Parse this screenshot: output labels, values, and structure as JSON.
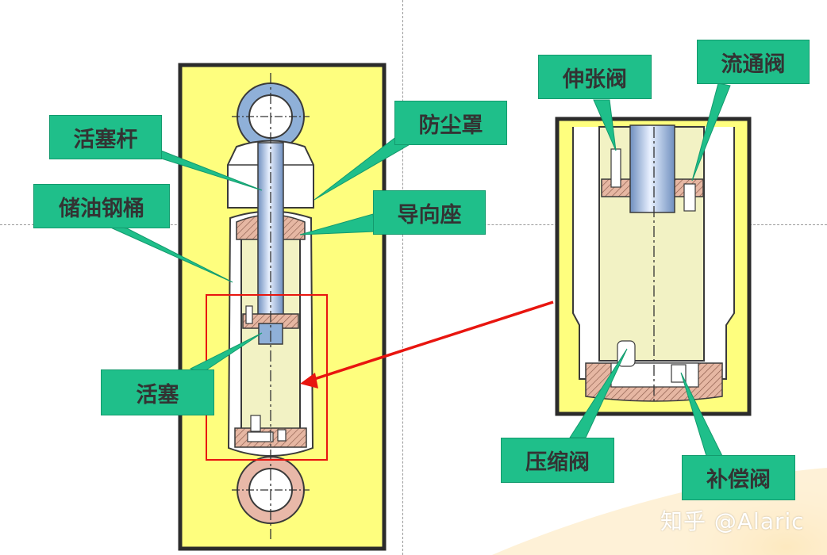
{
  "labels": {
    "piston_rod": "活塞杆",
    "dust_cover": "防尘罩",
    "oil_reservoir": "储油钢桶",
    "guide_seat": "导向座",
    "piston": "活塞",
    "extension_valve": "伸张阀",
    "flow_valve": "流通阀",
    "compression_valve": "压缩阀",
    "compensation_valve": "补偿阀"
  },
  "watermark": "知乎 @Alaric",
  "colors": {
    "label_bg": "#1fbf8a",
    "panel_fill": "#fefe7e",
    "oil_fill": "#f2f2c4",
    "rod_blue": "#8fb0d8",
    "arrow_red": "#e8150f",
    "bushing_pink": "#e8b8a8"
  }
}
